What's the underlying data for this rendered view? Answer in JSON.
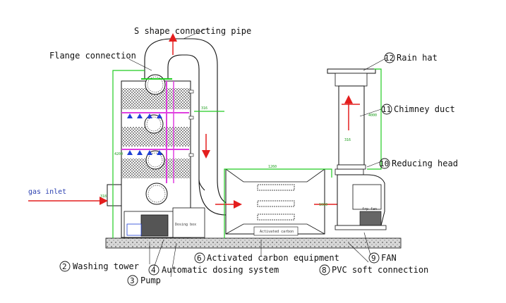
{
  "labels": {
    "s_pipe": "S shape connecting pipe",
    "flange": "Flange connection",
    "rain_hat": "Rain hat",
    "chimney": "Chimney duct",
    "reducing": "Reducing head",
    "gas_inlet": "gas inlet",
    "washing": "Washing tower",
    "pump": "Pump",
    "dosing": "Automatic dosing system",
    "carbon": "Activated carbon equipment",
    "pvc": "PVC soft connection",
    "fan": "FAN"
  },
  "numbers": {
    "n2": "2",
    "n3": "3",
    "n4": "4",
    "n6": "6",
    "n8": "8",
    "n9": "9",
    "n10": "10",
    "n11": "11",
    "n12": "12"
  },
  "small": {
    "dosing_box": "Dosing box",
    "activated_carbon": "Activated carbon",
    "frp_fan": "frp fan",
    "dim_top": "1260",
    "dim_side": "1660",
    "dim_pipe": "316",
    "dim_tower": "4200",
    "dim_inlet": "318",
    "dim_chimney": "316",
    "dim_chim_h": "4000"
  },
  "colors": {
    "line": "#111111",
    "green": "#22cc22",
    "red": "#e41e1e",
    "blue": "#1f3fd6",
    "magenta": "#e040e0",
    "ground": "#d6d6d6"
  }
}
